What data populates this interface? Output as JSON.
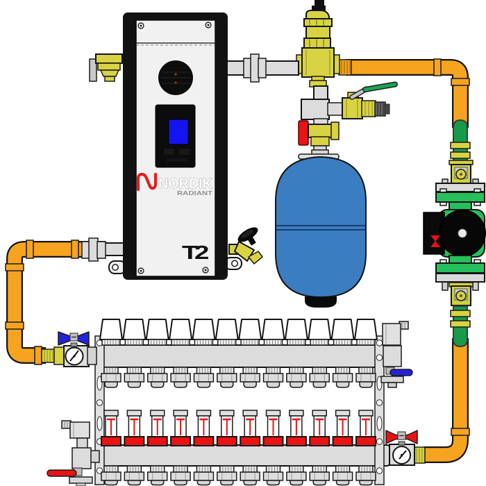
{
  "title": "Nordik Radiant T2 electric boiler radiant floor heating package",
  "boiler": {
    "brand": "NORDIK",
    "brand_sub": "RADIANT",
    "model_badge": "T2"
  },
  "manifolds": {
    "upper_loops": 12,
    "lower_loops": 12
  },
  "colors": {
    "pipe_orange": "#F6A41F",
    "brass_yellow": "#D8D342",
    "metal_gray": "#DCDCDC",
    "tank_blue": "#3B7DC1",
    "pump_green": "#25C05C",
    "pipe_green": "#189B47",
    "handle_blue": "#2323DC",
    "accent_red": "#E81313",
    "logo_red": "#E02020",
    "cap_white": "#FFFFFF"
  },
  "components": {
    "boiler": "electric boiler",
    "air_separator": "air separator with vent",
    "fill_valve": "fill valve (green lever)",
    "purge_valve": "purge valve (red handle)",
    "expansion_tank": "expansion tank",
    "circulator_pump": "circulator pump",
    "isolation_valves": "pump isolation flange valves",
    "supply_manifold": "supply manifold with actuator caps",
    "return_manifold": "return manifold with flow meters",
    "supply_shutoff": "supply shutoff with thermometer (blue)",
    "return_shutoff": "return shutoff with thermometer (red)",
    "boiler_drain_valve": "boiler drain valve",
    "end_vent_assemblies": "manifold end vent and drain assemblies"
  }
}
